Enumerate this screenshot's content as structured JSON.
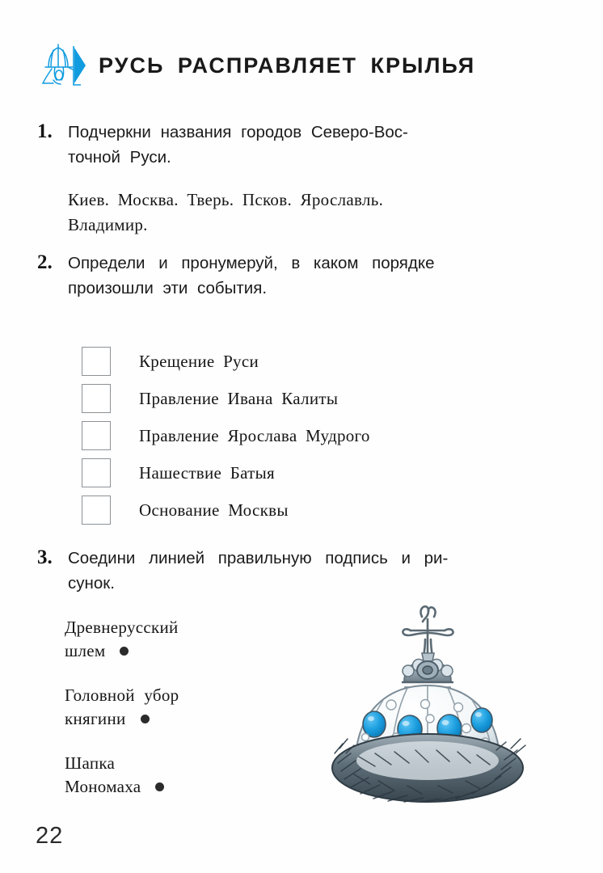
{
  "page": {
    "number": "22",
    "background_color": "#fefefe",
    "accent_color": "#119ce0"
  },
  "header": {
    "title": "РУСЬ  РАСПРАВЛЯЕТ  КРЫЛЬЯ",
    "emblem_icon": "helmet-and-arrow-icon",
    "emblem_color": "#119ce0"
  },
  "tasks": [
    {
      "number": "1.",
      "lines": [
        "Подчеркни  названия  городов  Северо-Вос-",
        "точной  Руси."
      ]
    },
    {
      "number": "2.",
      "lines": [
        "Определи    и  пронумеруй,  в  каком  порядке",
        "произошли  эти  события."
      ]
    },
    {
      "number": "3.",
      "lines": [
        "Соедини  линией  правильную  подпись  и  ри-",
        "сунок."
      ]
    }
  ],
  "cities": {
    "line1": "Киев.  Москва.  Тверь.  Псков.  Ярославль.",
    "line2": "Владимир."
  },
  "events": [
    {
      "label": "Крещение  Руси",
      "value": ""
    },
    {
      "label": "Правление  Ивана  Калиты",
      "value": ""
    },
    {
      "label": "Правление  Ярослава  Мудрого",
      "value": ""
    },
    {
      "label": "Нашествие  Батыя",
      "value": ""
    },
    {
      "label": "Основание  Москвы",
      "value": ""
    }
  ],
  "matching": {
    "labels": [
      {
        "line1": "Древнерусский",
        "line2": "шлем"
      },
      {
        "line1": "Головной  убор",
        "line2": "княгини"
      },
      {
        "line1": "Шапка",
        "line2": "Мономаха"
      }
    ],
    "picture": {
      "name": "cap-of-monomakh-illustration",
      "gem_color": "#1c9fe0",
      "fur_color": "#4b5a63",
      "metal_color": "#8a99a3"
    }
  }
}
